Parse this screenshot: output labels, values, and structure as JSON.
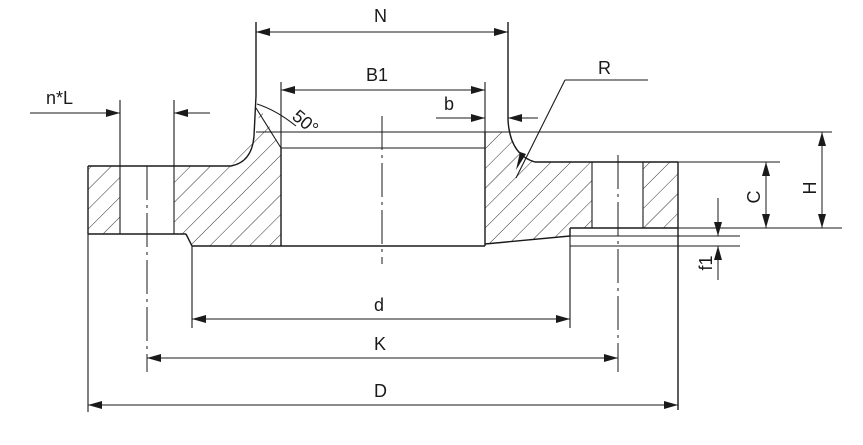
{
  "labels": {
    "N": "N",
    "B1": "B1",
    "b": "b",
    "R": "R",
    "nL": "n*L",
    "angle": "50°",
    "H": "H",
    "C": "C",
    "f1": "f1",
    "d": "d",
    "K": "K",
    "D": "D"
  }
}
